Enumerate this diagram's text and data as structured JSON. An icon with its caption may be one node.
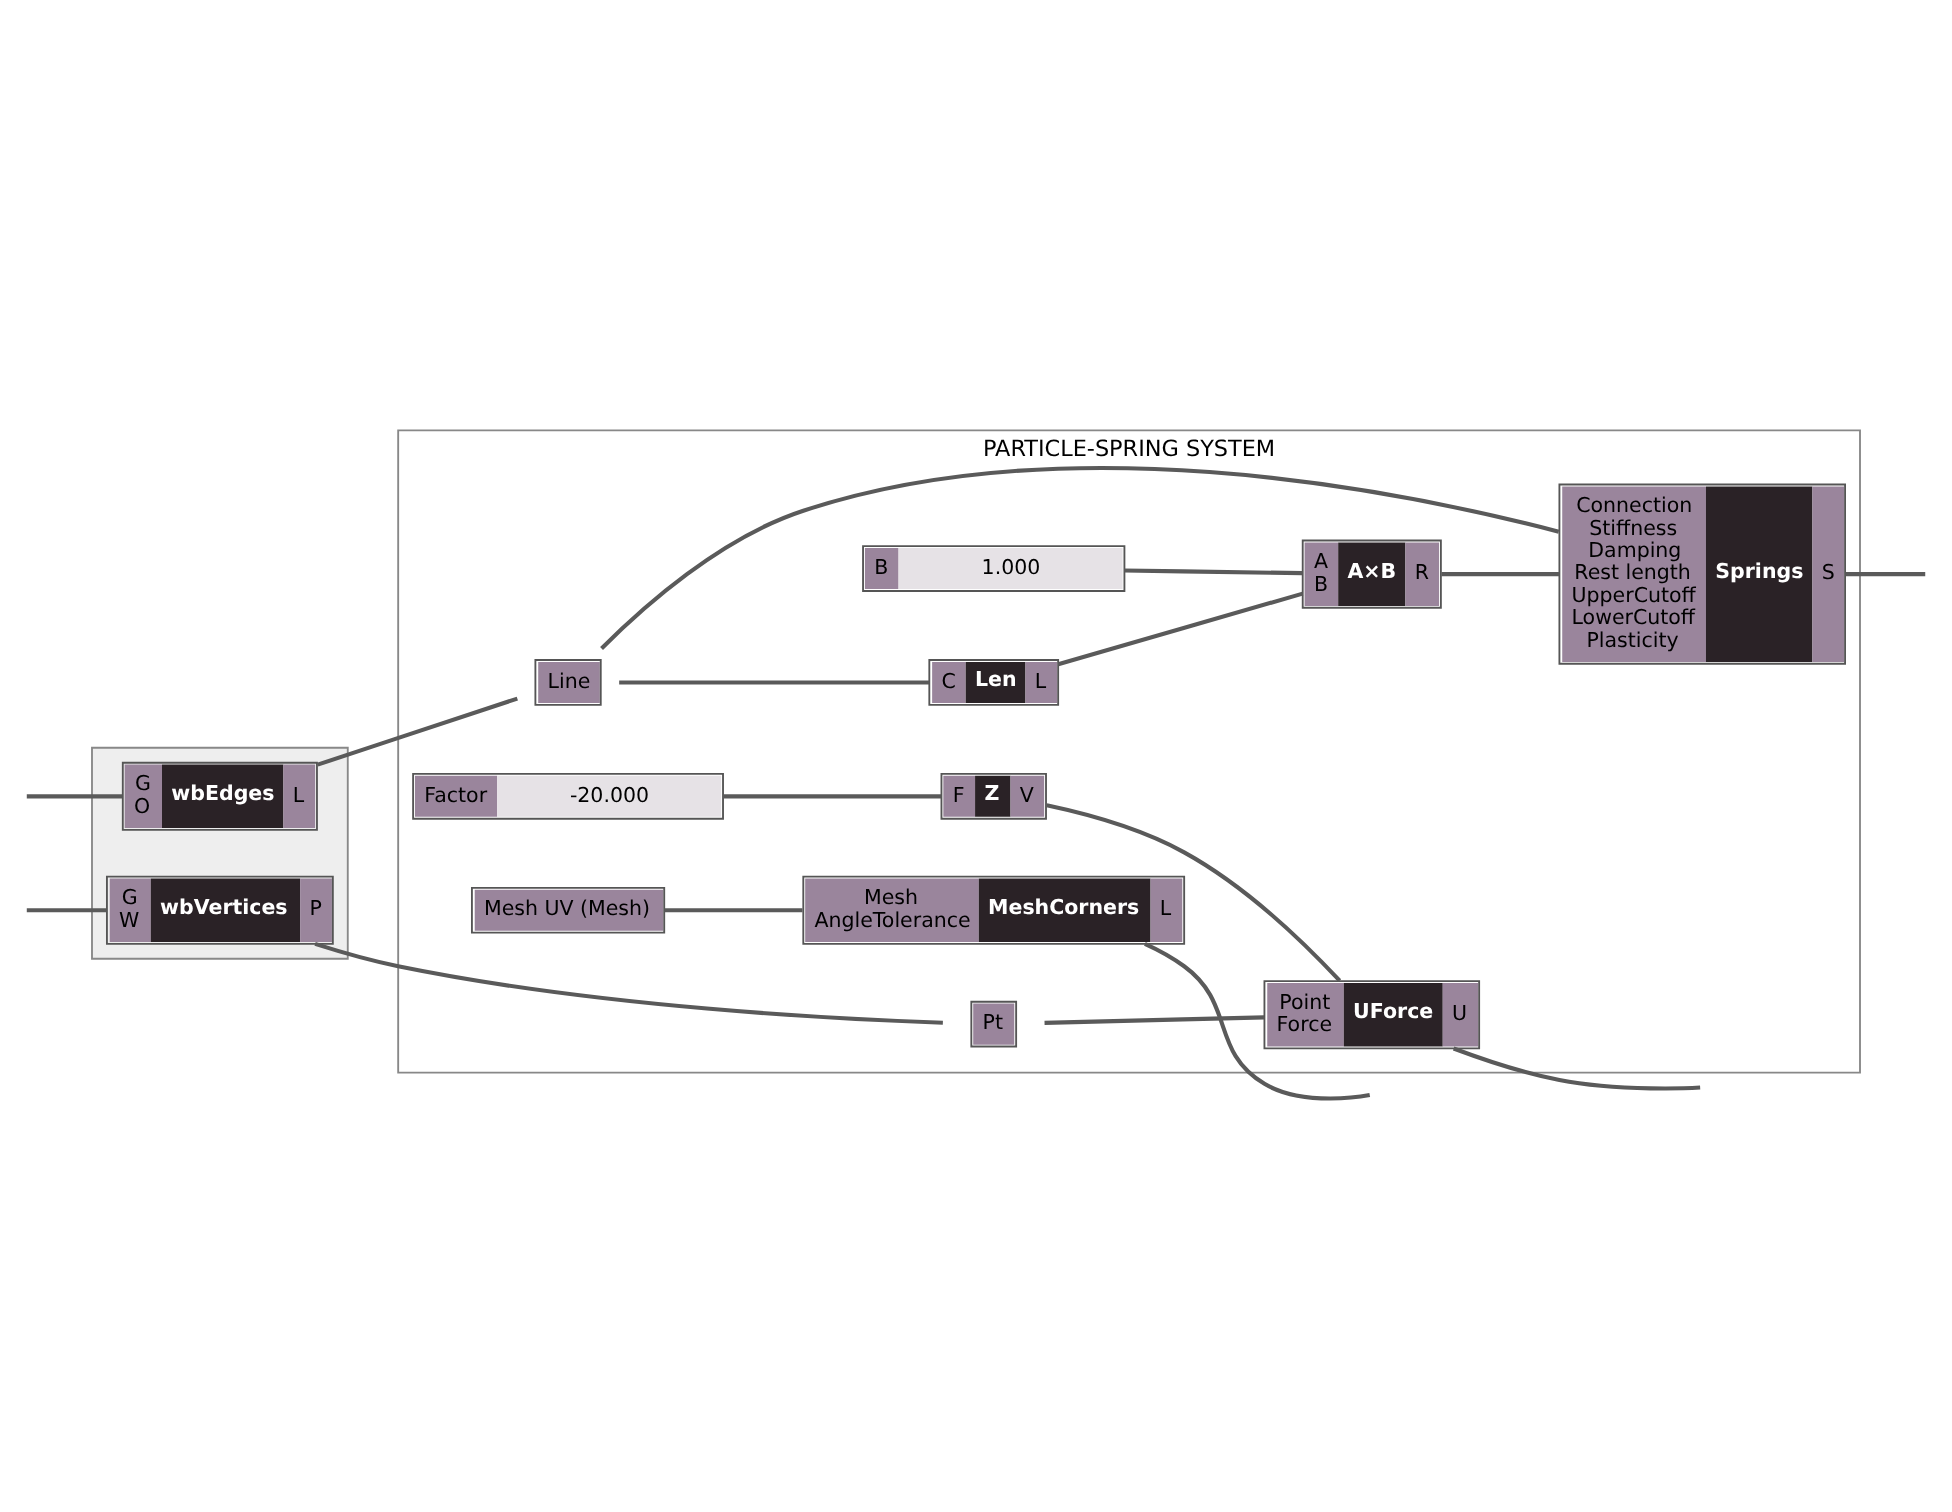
{
  "diagram": {
    "nodes": [
      {
        "text": [],
        "shape": "box"
      },
      {
        "text": [
          "G",
          "O",
          "wbEdges",
          "L"
        ],
        "in": 0
      },
      {
        "text": [
          "G",
          "W",
          "wbVertices",
          "P"
        ],
        "in": 0
      },
      {
        "text": [
          "PARTICLE-SPRING SYSTEM"
        ]
      },
      {
        "text": [
          "Line"
        ],
        "in": 3
      },
      {
        "text": [
          "C",
          "Len",
          "L"
        ],
        "in": 3
      },
      {
        "text": [
          "B",
          "1.000"
        ],
        "in": 3
      },
      {
        "text": [
          "A",
          "B",
          "A×B",
          "R"
        ],
        "in": 3
      },
      {
        "text": [
          "Connection",
          "Stiffness",
          "Damping",
          "Rest length",
          "UpperCutoff",
          "LowerCutoff",
          "Plasticity",
          "Springs",
          "S"
        ],
        "in": 3
      },
      {
        "text": [
          "Pt"
        ],
        "in": 3
      },
      {
        "text": [
          "Point",
          "Force",
          "UForce",
          "U"
        ],
        "in": 3
      },
      {
        "text": [
          "Factor",
          "-20.000"
        ],
        "in": 3
      },
      {
        "text": [
          "F",
          "Z",
          "V"
        ],
        "in": 3
      },
      {
        "text": [
          "Mesh UV (Mesh)"
        ],
        "in": 3
      },
      {
        "text": [
          "Mesh",
          "AngleTolerance",
          "MeshCorners",
          "L"
        ],
        "in": 3
      }
    ],
    "edges": [
      {
        "from": null,
        "to": 1,
        "arrow": "none"
      },
      {
        "from": null,
        "to": 2,
        "arrow": "none"
      },
      {
        "from": 1,
        "to": 4,
        "arrow": "none"
      },
      {
        "from": 4,
        "to": 8,
        "arrow": "none"
      },
      {
        "from": 4,
        "to": 5,
        "arrow": "none"
      },
      {
        "from": 5,
        "to": 7,
        "arrow": "none"
      },
      {
        "from": 6,
        "to": 7,
        "arrow": "none"
      },
      {
        "from": 7,
        "to": 8,
        "arrow": "none"
      },
      {
        "from": 2,
        "to": 9,
        "arrow": "none"
      },
      {
        "from": 9,
        "to": 10,
        "arrow": "none"
      },
      {
        "from": 11,
        "to": 12,
        "arrow": "none"
      },
      {
        "from": 12,
        "to": 10,
        "arrow": "none"
      },
      {
        "from": 13,
        "to": 14,
        "arrow": "none"
      },
      {
        "from": 8,
        "to": null,
        "arrow": "none"
      },
      {
        "from": 10,
        "to": null,
        "arrow": "none"
      },
      {
        "from": 14,
        "to": null,
        "arrow": "none"
      }
    ]
  }
}
